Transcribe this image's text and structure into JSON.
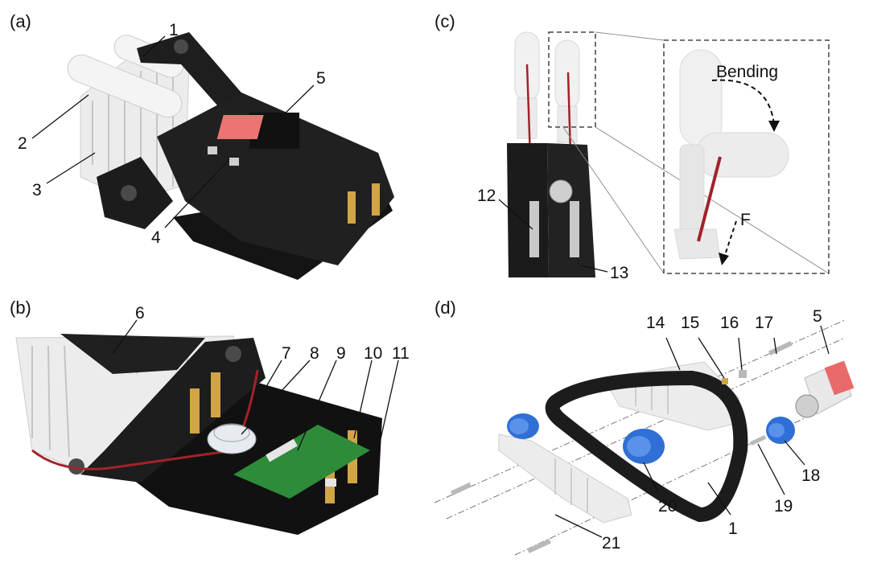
{
  "panels": {
    "a": {
      "label": "(a)",
      "callouts": [
        "1",
        "2",
        "3",
        "4",
        "5"
      ]
    },
    "b": {
      "label": "(b)",
      "callouts": [
        "6",
        "7",
        "8",
        "9",
        "10",
        "11"
      ]
    },
    "c": {
      "label": "(c)",
      "callouts": [
        "12",
        "13"
      ],
      "bending_label": "Bending",
      "force_label": "F"
    },
    "d": {
      "label": "(d)",
      "callouts": [
        "14",
        "15",
        "16",
        "17",
        "5",
        "18",
        "19",
        "20",
        "1",
        "21"
      ]
    }
  },
  "colors": {
    "frame": "#1d1d1d",
    "white_part": "#e9e9e9",
    "gear": "#2f6fd6",
    "sensor": "#e96a6a",
    "pcb": "#2e8b3a",
    "brass": "#d1a546",
    "tendon": "#a2222a",
    "finger": "#efefef"
  }
}
